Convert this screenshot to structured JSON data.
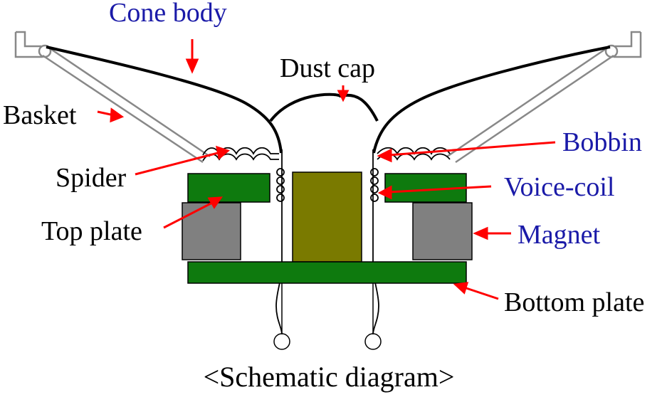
{
  "labels": {
    "cone_body": "Cone body",
    "dust_cap": "Dust cap",
    "basket": "Basket",
    "bobbin": "Bobbin",
    "spider": "Spider",
    "voice_coil": "Voice-coil",
    "top_plate": "Top plate",
    "magnet": "Magnet",
    "bottom_plate": "Bottom plate"
  },
  "caption": "<Schematic diagram>",
  "colors": {
    "plate_green": "#0e7a0e",
    "magnet_gray": "#808080",
    "pole_olive": "#7a7a00",
    "arrow_red": "#ff0000",
    "label_blue": "#1a1aa8"
  }
}
